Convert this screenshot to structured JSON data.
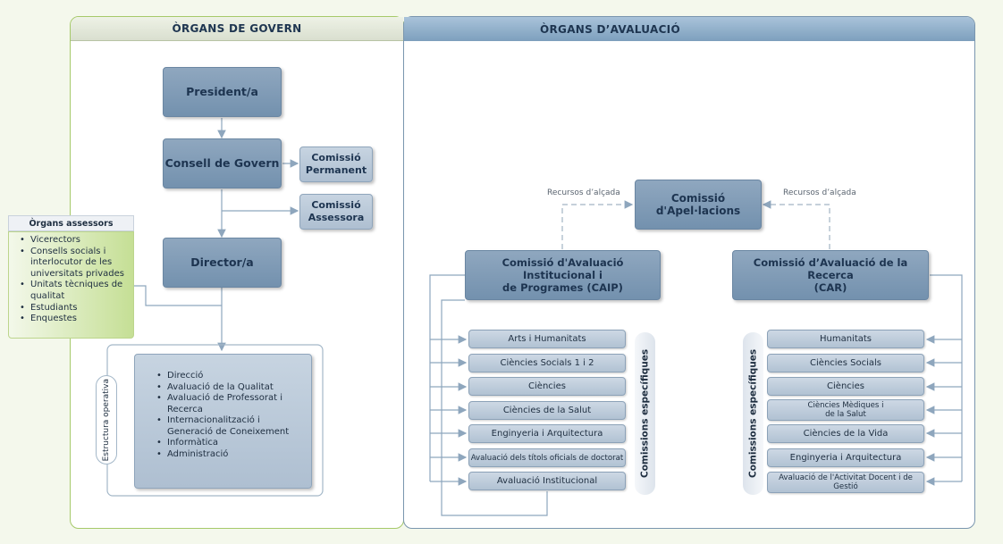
{
  "headers": {
    "govern": "ÒRGANS DE GOVERN",
    "avaluacio": "ÒRGANS D’AVALUACIÓ"
  },
  "govern": {
    "president": "President/a",
    "consell": "Consell de Govern",
    "comissio_permanent": [
      "Comissió",
      "Permanent"
    ],
    "comissio_assessora": [
      "Comissió",
      "Assessora"
    ],
    "director": "Director/a",
    "estructura_label": "Estructura operativa",
    "estructura_items": [
      "Direcció",
      "Avaluació de la Qualitat",
      "Avaluació de Professorat i Recerca",
      "Internacionalització i Generació de Coneixement",
      "Informàtica",
      "Administració"
    ]
  },
  "assessors": {
    "title": "Òrgans assessors",
    "items": [
      "Vicerectors",
      "Consells socials i interlocutor de les universitats privades",
      "Unitats tècniques de qualitat",
      "Estudiants",
      "Enquestes"
    ]
  },
  "avaluacio": {
    "apel_lacions": [
      "Comissió",
      "d'Apel·lacions"
    ],
    "recursos_left": "Recursos d’alçada",
    "recursos_right": "Recursos d’alçada",
    "caip": [
      "Comissió d'Avaluació Institucional i",
      "de Programes (CAIP)"
    ],
    "car": [
      "Comissió d’Avaluació de la Recerca",
      "(CAR)"
    ],
    "caip_label": "Comissions específiques",
    "car_label": "Comissions específiques",
    "caip_items": [
      "Arts i Humanitats",
      "Ciències Socials 1 i 2",
      "Ciències",
      "Ciències de la Salut",
      "Enginyeria i Arquitectura",
      "Avaluació dels títols oficials de doctorat",
      "Avaluació Institucional"
    ],
    "car_items": [
      "Humanitats",
      "Ciències Socials",
      "Ciències",
      "Ciències Mèdiques i de la Salut",
      "Ciències de la Vida",
      "Enginyeria i Arquitectura",
      "Avaluació de l'Activitat Docent i de Gestió"
    ]
  },
  "colors": {
    "box_dark": "#7f9bb7",
    "box_light": "#bccbdb",
    "green_border": "#a6c96a",
    "line": "#8ea6bd"
  }
}
